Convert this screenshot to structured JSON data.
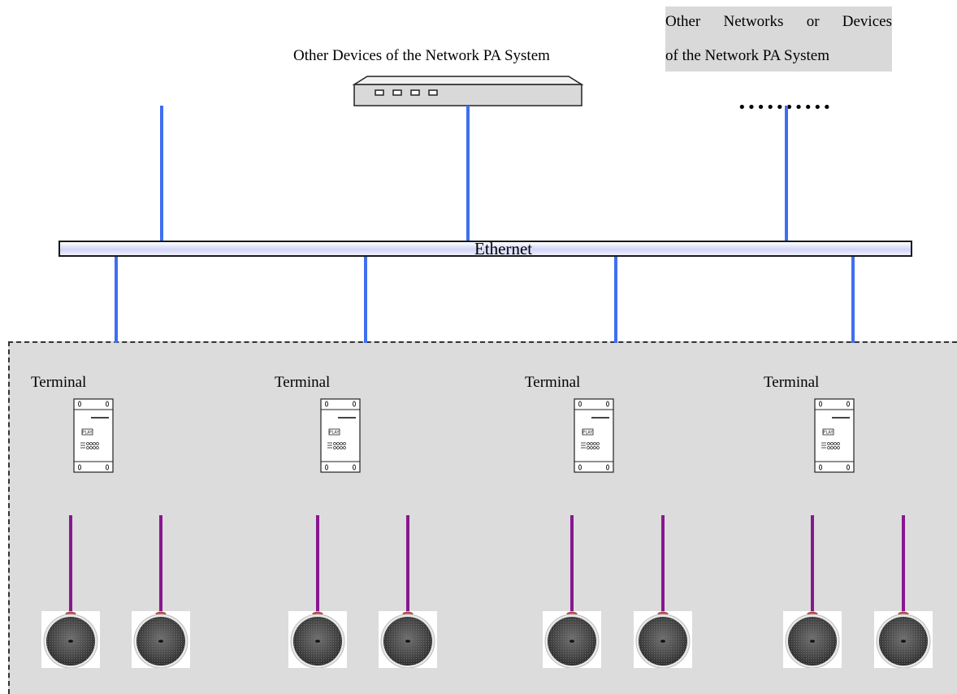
{
  "top_device": {
    "label": "Other Devices of the Network PA System"
  },
  "other_networks": {
    "line1_words": [
      "Other",
      "Networks",
      "or",
      "Devices"
    ],
    "line2": "of the Network PA System",
    "ellipsis": "••••••••••"
  },
  "ethernet": {
    "label": "Ethernet"
  },
  "terminals": [
    {
      "label": "Terminal"
    },
    {
      "label": "Terminal"
    },
    {
      "label": "Terminal"
    },
    {
      "label": "Terminal"
    }
  ],
  "terminal_device": {
    "panel_badge": "PLAY"
  },
  "colors": {
    "ethernet_link": "#3f6ff0",
    "speaker_link": "#88178f",
    "terminal_zone": "#dcdcdc"
  }
}
